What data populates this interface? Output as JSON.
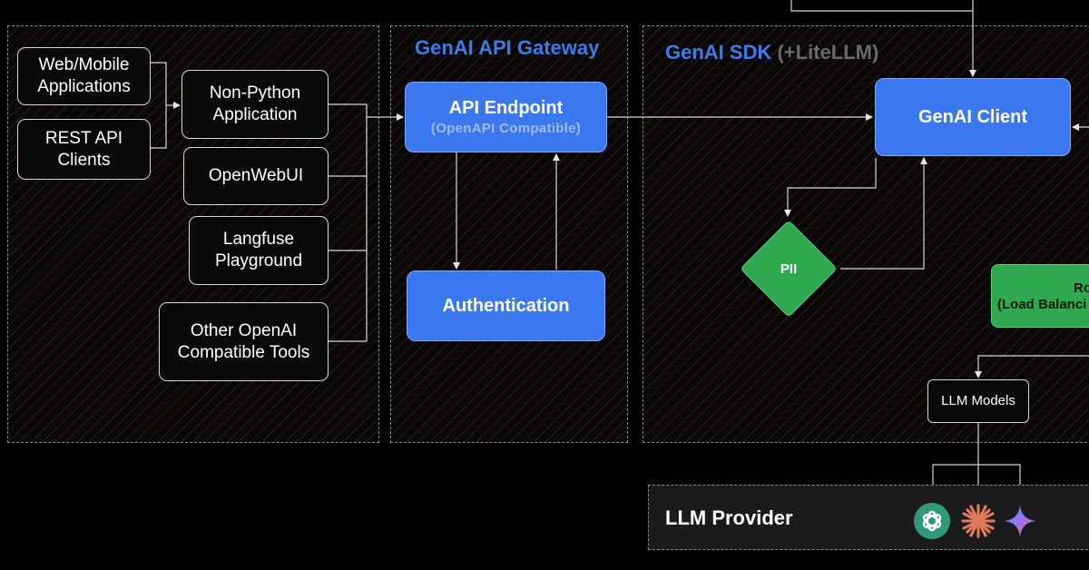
{
  "regions": {
    "clients": {},
    "gateway": {
      "title": "GenAI API Gateway"
    },
    "sdk": {
      "title": "GenAI SDK",
      "title_suffix": "(+LiteLLM)"
    },
    "provider": {
      "title": "LLM Provider"
    }
  },
  "clients": {
    "web_mobile": [
      "Web/Mobile",
      "Applications"
    ],
    "rest_api": [
      "REST API",
      "Clients"
    ],
    "non_python": [
      "Non-Python",
      "Application"
    ],
    "openwebui": [
      "OpenWebUI"
    ],
    "langfuse": [
      "Langfuse",
      "Playground"
    ],
    "other_openai": [
      "Other OpenAI",
      "Compatible Tools"
    ]
  },
  "gateway": {
    "api_endpoint": {
      "label": "API Endpoint",
      "sub": "(OpenAPI Compatible)"
    },
    "authentication": {
      "label": "Authentication"
    }
  },
  "sdk": {
    "genai_client": {
      "label": "GenAI Client"
    },
    "pii": {
      "label": "PII"
    },
    "router": {
      "label_line1": "Ro",
      "label_line2": "(Load Balanci"
    },
    "llm_models": {
      "label": "LLM Models"
    }
  },
  "provider_icons": [
    "openai-icon",
    "claude-icon",
    "gemini-icon"
  ],
  "colors": {
    "blue": "#3b78f0",
    "green": "#2fa84f",
    "title_blue": "#3d7bea",
    "provider_bg": "#1b1b1b"
  }
}
